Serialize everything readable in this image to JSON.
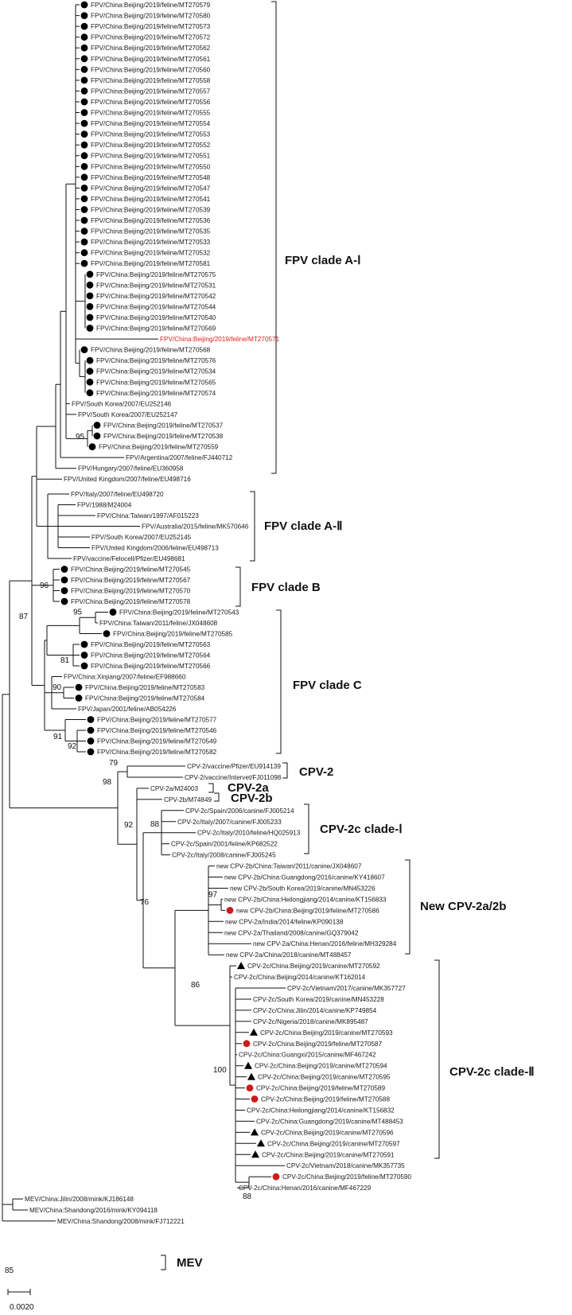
{
  "scale_bar": {
    "label": "0.0020"
  },
  "markers": {
    "circle": "black-circle-marker",
    "triangle": "black-triangle-marker",
    "red_circle": "red-circle-marker"
  },
  "colors": {
    "line": "#111111",
    "highlight": "#e02020",
    "red_marker": "#cc1b1b"
  },
  "leaves": [
    {
      "id": "MT270579",
      "label": "FPV/China:Beijing/2019/feline/MT270579",
      "marker": "circle"
    },
    {
      "id": "MT270580",
      "label": "FPV/China:Beijing/2019/feline/MT270580",
      "marker": "circle"
    },
    {
      "id": "MT270573",
      "label": "FPV/China:Beijing/2019/feline/MT270573",
      "marker": "circle"
    },
    {
      "id": "MT270572",
      "label": "FPV/China:Beijing/2019/feline/MT270572",
      "marker": "circle"
    },
    {
      "id": "MT270562",
      "label": "FPV/China:Beijing/2019/feline/MT270562",
      "marker": "circle"
    },
    {
      "id": "MT270561",
      "label": "FPV/China:Beijing/2019/feline/MT270561",
      "marker": "circle"
    },
    {
      "id": "MT270560",
      "label": "FPV/China:Beijing/2019/feline/MT270560",
      "marker": "circle"
    },
    {
      "id": "MT270558",
      "label": "FPV/China:Beijing/2019/feline/MT270558",
      "marker": "circle"
    },
    {
      "id": "MT270557",
      "label": "FPV/China:Beijing/2019/feline/MT270557",
      "marker": "circle"
    },
    {
      "id": "MT270556",
      "label": "FPV/China:Beijing/2019/feline/MT270556",
      "marker": "circle"
    },
    {
      "id": "MT270555",
      "label": "FPV/China:Beijing/2019/feline/MT270555",
      "marker": "circle"
    },
    {
      "id": "MT270554",
      "label": "FPV/China:Beijing/2019/feline/MT270554",
      "marker": "circle"
    },
    {
      "id": "MT270553",
      "label": "FPV/China:Beijing/2019/feline/MT270553",
      "marker": "circle"
    },
    {
      "id": "MT270552",
      "label": "FPV/China:Beijing/2019/feline/MT270552",
      "marker": "circle"
    },
    {
      "id": "MT270551",
      "label": "FPV/China:Beijing/2019/feline/MT270551",
      "marker": "circle"
    },
    {
      "id": "MT270550",
      "label": "FPV/China:Beijing/2019/feline/MT270550",
      "marker": "circle"
    },
    {
      "id": "MT270548",
      "label": "FPV/China:Beijing/2019/feline/MT270548",
      "marker": "circle"
    },
    {
      "id": "MT270547",
      "label": "FPV/China:Beijing/2019/feline/MT270547",
      "marker": "circle"
    },
    {
      "id": "MT270541",
      "label": "FPV/China:Beijing/2019/feline/MT270541",
      "marker": "circle"
    },
    {
      "id": "MT270539",
      "label": "FPV/China:Beijing/2019/feline/MT270539",
      "marker": "circle"
    },
    {
      "id": "MT270536",
      "label": "FPV/China:Beijing/2019/feline/MT270536",
      "marker": "circle"
    },
    {
      "id": "MT270535",
      "label": "FPV/China:Beijing/2019/feline/MT270535",
      "marker": "circle"
    },
    {
      "id": "MT270533",
      "label": "FPV/China:Beijing/2019/feline/MT270533",
      "marker": "circle"
    },
    {
      "id": "MT270532",
      "label": "FPV/China:Beijing/2019/feline/MT270532",
      "marker": "circle"
    },
    {
      "id": "MT270581",
      "label": "FPV/China:Beijing/2019/feline/MT270581",
      "marker": "circle"
    },
    {
      "id": "MT270575",
      "label": "FPV/China:Beijing/2019/feline/MT270575",
      "marker": "circle"
    },
    {
      "id": "MT270531",
      "label": "FPV/China:Beijing/2019/feline/MT270531",
      "marker": "circle"
    },
    {
      "id": "MT270542",
      "label": "FPV/China:Beijing/2019/feline/MT270542",
      "marker": "circle"
    },
    {
      "id": "MT270544",
      "label": "FPV/China:Beijing/2019/feline/MT270544",
      "marker": "circle"
    },
    {
      "id": "MT270540",
      "label": "FPV/China:Beijing/2019/feline/MT270540",
      "marker": "circle"
    },
    {
      "id": "MT270569",
      "label": "FPV/China:Beijing/2019/feline/MT270569",
      "marker": "circle"
    },
    {
      "id": "MT270571",
      "label": "FPV/China:Beijing/2019/feline/MT270571",
      "marker": null,
      "highlight": true
    },
    {
      "id": "MT270568",
      "label": "FPV/China:Beijing/2019/feline/MT270568",
      "marker": "circle"
    },
    {
      "id": "MT270576",
      "label": "FPV/China:Beijing/2019/feline/MT270576",
      "marker": "circle"
    },
    {
      "id": "MT270534",
      "label": "FPV/China:Beijing/2019/feline/MT270534",
      "marker": "circle"
    },
    {
      "id": "MT270565",
      "label": "FPV/China:Beijing/2019/feline/MT270565",
      "marker": "circle"
    },
    {
      "id": "MT270574",
      "label": "FPV/China:Beijing/2019/feline/MT270574",
      "marker": "circle"
    },
    {
      "id": "EU252146",
      "label": "FPV/South Korea/2007/EU252146",
      "marker": null
    },
    {
      "id": "EU252147",
      "label": "FPV/South Korea/2007/EU252147",
      "marker": null
    },
    {
      "id": "MT270537",
      "label": "FPV/China:Beijing/2019/feline/MT270537",
      "marker": "circle"
    },
    {
      "id": "MT270538",
      "label": "FPV/China:Beijing/2019/feline/MT270538",
      "marker": "circle"
    },
    {
      "id": "MT270559",
      "label": "FPV/China:Beijing/2019/feline/MT270559",
      "marker": "circle"
    },
    {
      "id": "FJ440712",
      "label": "FPV/Argentina/2007/feline/FJ440712",
      "marker": null
    },
    {
      "id": "EU360958",
      "label": "FPV/Hungary/2007/feline/EU360958",
      "marker": null
    },
    {
      "id": "EU498716",
      "label": "FPV/United Kingdom/2007/feline/EU498716",
      "marker": null
    },
    {
      "id": "EU498720",
      "label": "FPV/Italy/2007/feline/EU498720",
      "marker": null
    },
    {
      "id": "M24004",
      "label": "FPV/1988/M24004",
      "marker": null
    },
    {
      "id": "AF015223",
      "label": "FPV/China:Taiwan/1997/AF015223",
      "marker": null
    },
    {
      "id": "MK570646",
      "label": "FPV/Australia/2015/feline/MK570646",
      "marker": null
    },
    {
      "id": "EU252145",
      "label": "FPV/South Korea/2007/EU252145",
      "marker": null
    },
    {
      "id": "EU498713",
      "label": "FPV/United Kingdom/2006/feline/EU498713",
      "marker": null
    },
    {
      "id": "EU498681",
      "label": "FPV/vaccine/Felocell/Pfizer/EU498681",
      "marker": null
    },
    {
      "id": "MT270545",
      "label": "FPV/China:Beijing/2019/feline/MT270545",
      "marker": "circle"
    },
    {
      "id": "MT270567",
      "label": "FPV/China:Beijing/2019/feline/MT270567",
      "marker": "circle"
    },
    {
      "id": "MT270570",
      "label": "FPV/China:Beijing/2019/feline/MT270570",
      "marker": "circle"
    },
    {
      "id": "MT270578",
      "label": "FPV/China:Beijing/2019/feline/MT270578",
      "marker": "circle"
    },
    {
      "id": "MT270543",
      "label": "FPV/China:Beijing/2019/feline/MT270543",
      "marker": "circle"
    },
    {
      "id": "JX048608",
      "label": "FPV/China:Taiwan/2011/feline/JX048608",
      "marker": null
    },
    {
      "id": "MT270585",
      "label": "FPV/China:Beijing/2019/feline/MT270585",
      "marker": "circle"
    },
    {
      "id": "MT270563",
      "label": "FPV/China:Beijing/2019/feline/MT270563",
      "marker": "circle"
    },
    {
      "id": "MT270564",
      "label": "FPV/China:Beijing/2019/feline/MT270564",
      "marker": "circle"
    },
    {
      "id": "MT270566",
      "label": "FPV/China:Beijing/2019/feline/MT270566",
      "marker": "circle"
    },
    {
      "id": "EF988660",
      "label": "FPV/China:Xinjiang/2007/feline/EF988660",
      "marker": null
    },
    {
      "id": "MT270583",
      "label": "FPV/China:Beijing/2019/feline/MT270583",
      "marker": "circle"
    },
    {
      "id": "MT270584",
      "label": "FPV/China:Beijing/2019/feline/MT270584",
      "marker": "circle"
    },
    {
      "id": "AB054226",
      "label": "FPV/Japan/2001/feline/AB054226",
      "marker": null
    },
    {
      "id": "MT270577",
      "label": "FPV/China:Beijing/2019/feline/MT270577",
      "marker": "circle"
    },
    {
      "id": "MT270546",
      "label": "FPV/China:Beijing/2019/feline/MT270546",
      "marker": "circle"
    },
    {
      "id": "MT270549",
      "label": "FPV/China:Beijing/2019/feline/MT270549",
      "marker": "circle"
    },
    {
      "id": "MT270582",
      "label": "FPV/China:Beijing/2019/feline/MT270582",
      "marker": "circle"
    },
    {
      "id": "EU914139",
      "label": "CPV-2/vaccine/Pfizer/EU914139",
      "marker": null
    },
    {
      "id": "FJ011098",
      "label": "CPV-2/vaccine/Intervet/FJ011098",
      "marker": null
    },
    {
      "id": "M24003",
      "label": "CPV-2a/M24003",
      "marker": null
    },
    {
      "id": "M74849",
      "label": "CPV-2b/M74849",
      "marker": null
    },
    {
      "id": "FJ005214",
      "label": "CPV-2c/Spain/2006/canine/FJ005214",
      "marker": null
    },
    {
      "id": "FJ005233",
      "label": "CPV-2c/Italy/2007/canine/FJ005233",
      "marker": null
    },
    {
      "id": "HQ025913",
      "label": "CPV-2c/Italy/2010/feline/HQ025913",
      "marker": null
    },
    {
      "id": "KP682522",
      "label": "CPV-2c/Spain/2001/feline/KP682522",
      "marker": null
    },
    {
      "id": "FJ005245",
      "label": "CPV-2c/Italy/2008/canine/FJ005245",
      "marker": null
    },
    {
      "id": "JX048607",
      "label": "new CPV-2b/China:Taiwan/2011/canine/JX048607",
      "marker": null
    },
    {
      "id": "KY418607",
      "label": "new CPV-2b/China:Guangdong/2016/canine/KY418607",
      "marker": null
    },
    {
      "id": "MN453226",
      "label": "new CPV-2b/South Korea/2019/canine/MN453226",
      "marker": null
    },
    {
      "id": "KT156833",
      "label": "new CPV-2b/China:Heilongjiang/2014/canine/KT156833",
      "marker": null
    },
    {
      "id": "MT270586",
      "label": "new CPV-2b/China:Beijing/2019/feline/MT270586",
      "marker": "red_circle"
    },
    {
      "id": "KP090138",
      "label": "new CPV-2a/India/2014/feline/KP090138",
      "marker": null
    },
    {
      "id": "GQ379042",
      "label": "new CPV-2a/Thailand/2008/canine/GQ379042",
      "marker": null
    },
    {
      "id": "MH329284",
      "label": "new CPV-2a/China:Henan/2016/feline/MH329284",
      "marker": null
    },
    {
      "id": "MT488457",
      "label": "new CPV-2a/China/2018/canine/MT488457",
      "marker": null
    },
    {
      "id": "MT270592",
      "label": "CPV-2c/China:Beijing/2019/canine/MT270592",
      "marker": "triangle"
    },
    {
      "id": "KT162014",
      "label": "CPV-2c/China:Beijing/2014/canine/KT162014",
      "marker": null
    },
    {
      "id": "MK357727",
      "label": "CPV-2c/Vietnam/2017/canine/MK357727",
      "marker": null
    },
    {
      "id": "MN453228",
      "label": "CPV-2c/South Korea/2019/canine/MN453228",
      "marker": null
    },
    {
      "id": "KP749854",
      "label": "CPV-2c/China:Jilin/2014/canine/KP749854",
      "marker": null
    },
    {
      "id": "MK895487",
      "label": "CPV-2c/Nigeria/2018/canine/MK895487",
      "marker": null
    },
    {
      "id": "MT270593",
      "label": "CPV-2c/China:Beijing/2019/canine/MT270593",
      "marker": "triangle"
    },
    {
      "id": "MT270587",
      "label": "CPV-2c/China:Beijing/2019/feline/MT270587",
      "marker": "red_circle"
    },
    {
      "id": "MF467242",
      "label": "CPV-2c/China:Guangxi/2015/canine/MF467242",
      "marker": null
    },
    {
      "id": "MT270594",
      "label": "CPV-2c/China:Beijing/2019/canine/MT270594",
      "marker": "triangle"
    },
    {
      "id": "MT270595",
      "label": "CPV-2c/China:Beijing/2019/canine/MT270595",
      "marker": "triangle"
    },
    {
      "id": "MT270589",
      "label": "CPV-2c/China:Beijing/2019/feline/MT270589",
      "marker": "red_circle"
    },
    {
      "id": "MT270588",
      "label": "CPV-2c/China:Beijing/2019/feline/MT270588",
      "marker": "red_circle"
    },
    {
      "id": "KT156832",
      "label": "CPV-2c/China:Heilongjiang/2014/canine/KT156832",
      "marker": null
    },
    {
      "id": "MT488453",
      "label": "CPV-2c/China:Guangdong/2019/canine/MT488453",
      "marker": null
    },
    {
      "id": "MT270596",
      "label": "CPV-2c/China:Beijing/2019/canine/MT270596",
      "marker": "triangle"
    },
    {
      "id": "MT270597",
      "label": "CPV-2c/China:Beijing/2019/canine/MT270597",
      "marker": "triangle"
    },
    {
      "id": "MT270591",
      "label": "CPV-2c/China:Beijing/2019/canine/MT270591",
      "marker": "triangle"
    },
    {
      "id": "MK357735",
      "label": "CPV-2c/Vietnam/2018/canine/MK357735",
      "marker": null
    },
    {
      "id": "MT270590",
      "label": "CPV-2c/China:Beijing/2019/feline/MT270590",
      "marker": "red_circle"
    },
    {
      "id": "MF467229",
      "label": "CPV-2c/China:Henan/2016/canine/MF467229",
      "marker": null
    },
    {
      "id": "KJ186148",
      "label": "MEV/China:Jilin/2008/mink/KJ186148",
      "marker": null
    },
    {
      "id": "KY094118",
      "label": "MEV/China:Shandong/2016/mink/KY094118",
      "marker": null
    },
    {
      "id": "FJ712221",
      "label": "MEV/China:Shandong/2008/mink/FJ712221",
      "marker": null
    }
  ],
  "bootstrap": [
    {
      "node": "MT270537-MT270538",
      "value": "95"
    },
    {
      "node": "FPV-clade-B",
      "value": "96"
    },
    {
      "node": "MT270543-JX048608",
      "value": "95"
    },
    {
      "node": "MT270563-MT270566",
      "value": "81"
    },
    {
      "node": "MT270583-MT270584",
      "value": "90"
    },
    {
      "node": "MT270577-MT270582",
      "value": "91"
    },
    {
      "node": "MT270546-MT270582",
      "value": "92"
    },
    {
      "node": "FPV-all",
      "value": "87"
    },
    {
      "node": "CPV-2",
      "value": "79"
    },
    {
      "node": "CPV-ingroup",
      "value": "98"
    },
    {
      "node": "CPV-2a-2b-2c",
      "value": "92"
    },
    {
      "node": "CPV-2c-clade-I",
      "value": "88"
    },
    {
      "node": "New-CPV-2a-2b-and-clade-II",
      "value": "76"
    },
    {
      "node": "KT156833-MT270586",
      "value": "97"
    },
    {
      "node": "New-CPV-vs-CPV-2c-clade-II",
      "value": "86"
    },
    {
      "node": "CPV-2c-clade-II-core",
      "value": "100"
    },
    {
      "node": "MT270590-MF467229",
      "value": "88"
    },
    {
      "node": "MEV",
      "value": "85"
    }
  ],
  "clades": [
    {
      "id": "fpv-clade-a1",
      "label": "FPV clade A-Ⅰ"
    },
    {
      "id": "fpv-clade-a2",
      "label": "FPV clade A-Ⅱ"
    },
    {
      "id": "fpv-clade-b",
      "label": "FPV clade B"
    },
    {
      "id": "fpv-clade-c",
      "label": "FPV clade C"
    },
    {
      "id": "cpv-2",
      "label": "CPV-2"
    },
    {
      "id": "cpv-2a",
      "label": "CPV-2a"
    },
    {
      "id": "cpv-2b",
      "label": "CPV-2b"
    },
    {
      "id": "cpv-2c-clade-1",
      "label": "CPV-2c clade-Ⅰ"
    },
    {
      "id": "new-cpv-2a-2b",
      "label": "New CPV-2a/2b"
    },
    {
      "id": "cpv-2c-clade-2",
      "label": "CPV-2c clade-Ⅱ"
    },
    {
      "id": "mev",
      "label": "MEV"
    }
  ]
}
